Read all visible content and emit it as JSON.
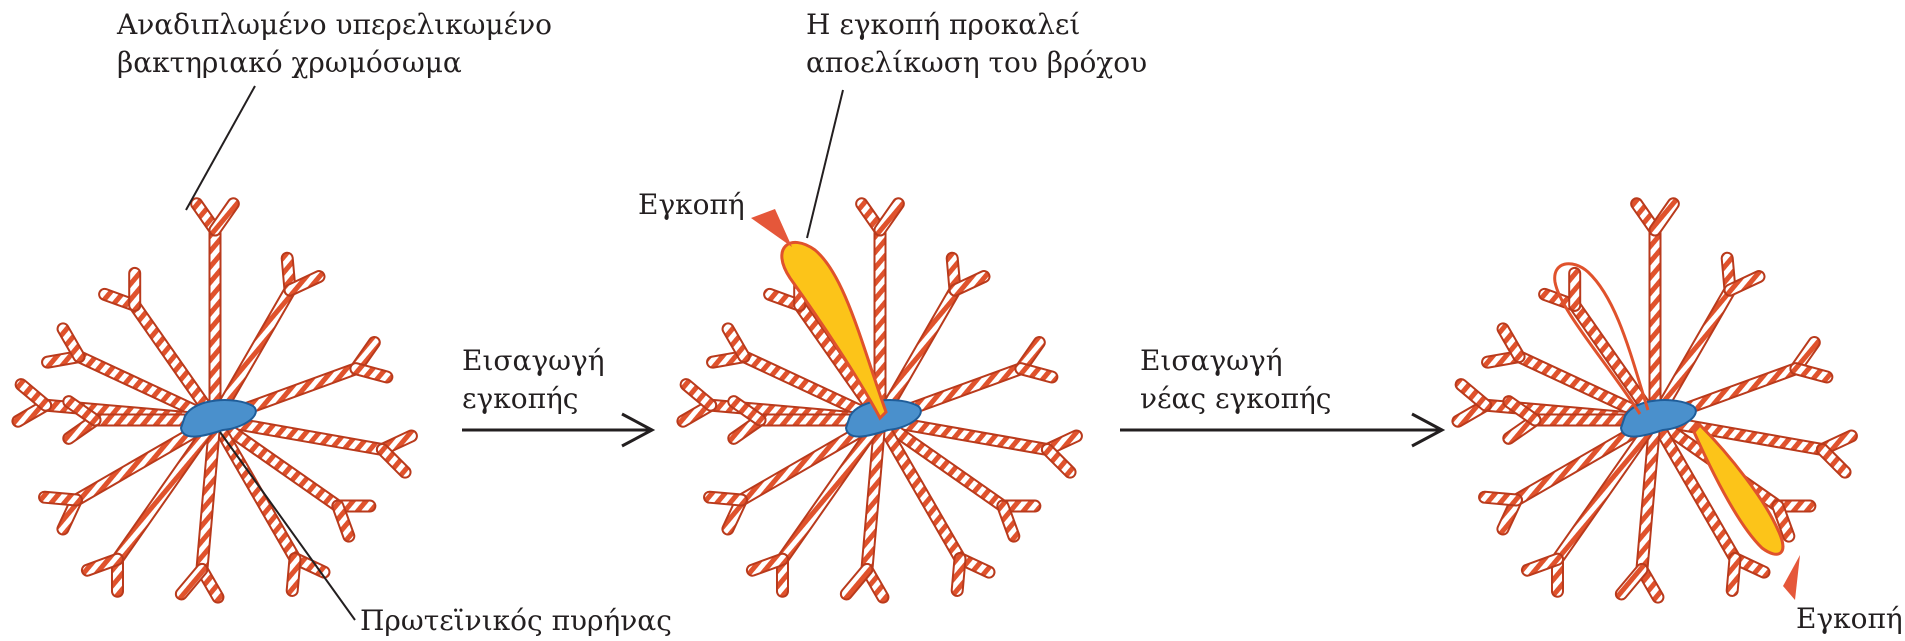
{
  "labels": {
    "chromosome_line1": "Αναδιπλωμένο υπερελικωμένο",
    "chromosome_line2": "βακτηριακό χρωμόσωμα",
    "protein_core": "Πρωτεϊνικός πυρήνας",
    "nick_causes_line1": "Η εγκοπή προκαλεί",
    "nick_causes_line2": "αποελίκωση του βρόχου",
    "nick_mid": "Εγκοπή",
    "nick_right": "Εγκοπή",
    "step1_line1": "Εισαγωγή",
    "step1_line2": "εγκοπής",
    "step2_line1": "Εισαγωγή",
    "step2_line2": "νέας εγκοπής"
  },
  "colors": {
    "loop_red": "#e0522c",
    "loop_dark": "#b93a1c",
    "core_blue": "#4a90cc",
    "relaxed_yellow": "#fcc419",
    "nick_arrow": "#e5573a",
    "line": "#231f20"
  }
}
